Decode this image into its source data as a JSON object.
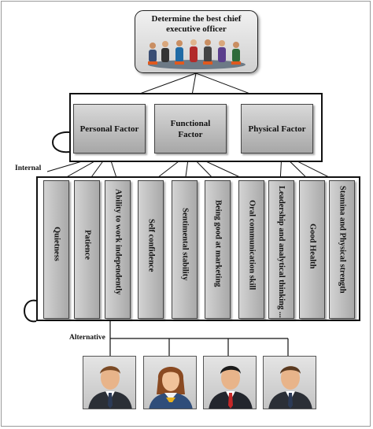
{
  "goal": {
    "title": "Determine the best chief executive officer"
  },
  "criteria": [
    {
      "label": "Personal Factor"
    },
    {
      "label": "Functional Factor"
    },
    {
      "label": "Physical Factor"
    }
  ],
  "internal_label": "Internal",
  "subcriteria": [
    {
      "label": "Quietness"
    },
    {
      "label": "Patience"
    },
    {
      "label": "Ability to work independently"
    },
    {
      "label": "Self confidence"
    },
    {
      "label": "Sentimental stability"
    },
    {
      "label": "Being good at marketing"
    },
    {
      "label": "Oral communication skill"
    },
    {
      "label": "Leadership and analytical thinking ..."
    },
    {
      "label": "Good Health"
    },
    {
      "label": "Stamina and Physical strength"
    }
  ],
  "alternative_label": "Alternative",
  "alternatives": [
    {
      "icon": "businessman-avatar-icon"
    },
    {
      "icon": "businesswoman-avatar-icon"
    },
    {
      "icon": "businessman-red-tie-avatar-icon"
    },
    {
      "icon": "businessman-avatar-icon"
    }
  ],
  "colors": {
    "box_fill_top": "#d9d9d9",
    "box_fill_bottom": "#a7a7a7",
    "line": "#111111"
  }
}
